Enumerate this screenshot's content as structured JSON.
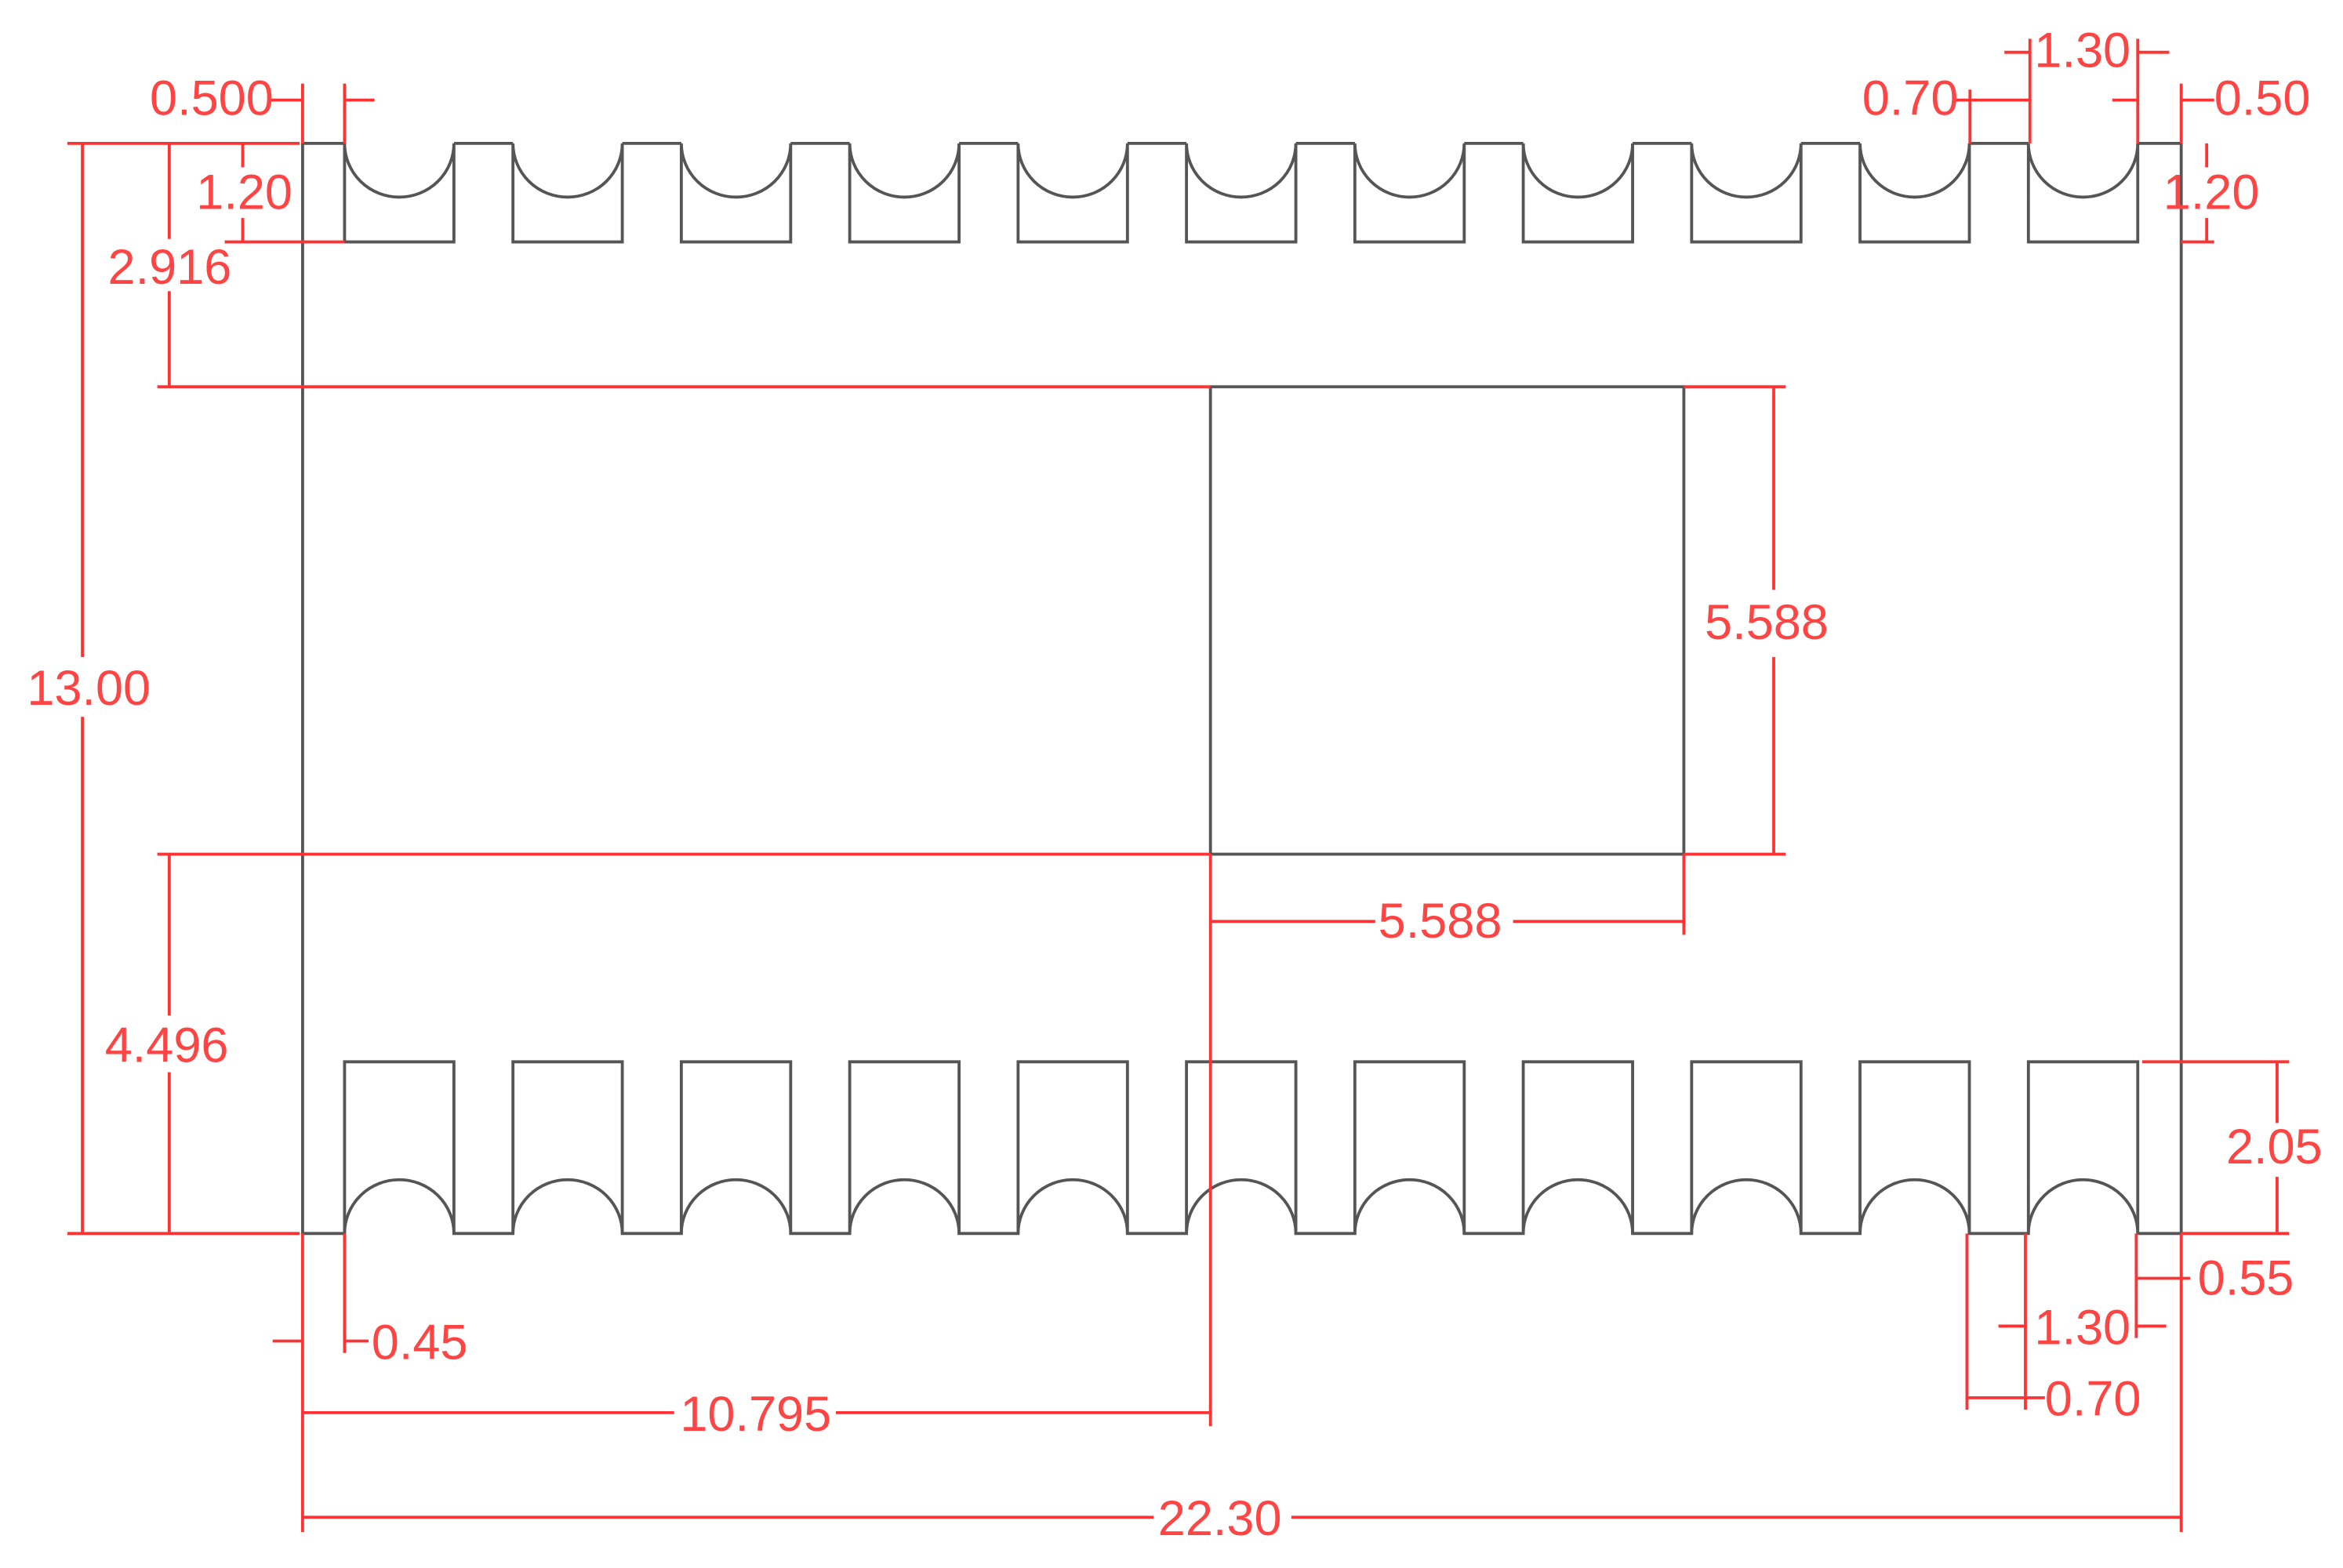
{
  "colors": {
    "outline": "#555555",
    "dimension": "#ff3333",
    "background": "#ffffff"
  },
  "dimensions": {
    "top_left_edge": "0.500",
    "top_pitch": "1.30",
    "top_pad_width": "0.70",
    "top_right_edge": "0.50",
    "top_pad_depth_left": "1.20",
    "top_pad_depth_right": "1.20",
    "top_to_window": "2.916",
    "overall_height": "13.00",
    "window_height": "5.588",
    "window_width": "5.588",
    "bottom_to_window": "4.496",
    "bottom_pad_depth": "2.05",
    "bottom_right_edge": "0.55",
    "bottom_pitch": "1.30",
    "bottom_pad_width": "0.70",
    "bottom_left_edge": "0.45",
    "window_offset_x": "10.795",
    "overall_width": "22.30"
  }
}
